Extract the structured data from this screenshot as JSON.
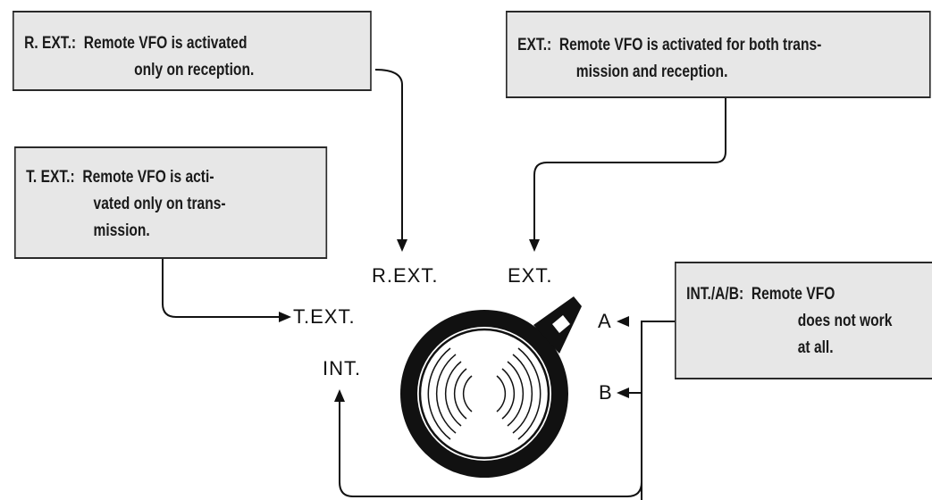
{
  "notes": {
    "r_ext": {
      "key": "R. EXT.:",
      "line1": "Remote VFO is activated",
      "line2": "only on reception."
    },
    "ext": {
      "key": "EXT.:",
      "line1": "Remote VFO is activated for both trans-",
      "line2": "mission and reception."
    },
    "t_ext": {
      "key": "T. EXT.:",
      "line1": "Remote VFO is acti-",
      "line2": "vated only on trans-",
      "line3": "mission."
    },
    "int_ab": {
      "key": "INT./A/B:",
      "line1": "Remote VFO",
      "line2": "does not work",
      "line3": "at all."
    }
  },
  "switch_positions": {
    "r_ext": "R.EXT.",
    "ext": "EXT.",
    "t_ext": "T.EXT.",
    "int": "INT.",
    "a": "A",
    "b": "B"
  }
}
